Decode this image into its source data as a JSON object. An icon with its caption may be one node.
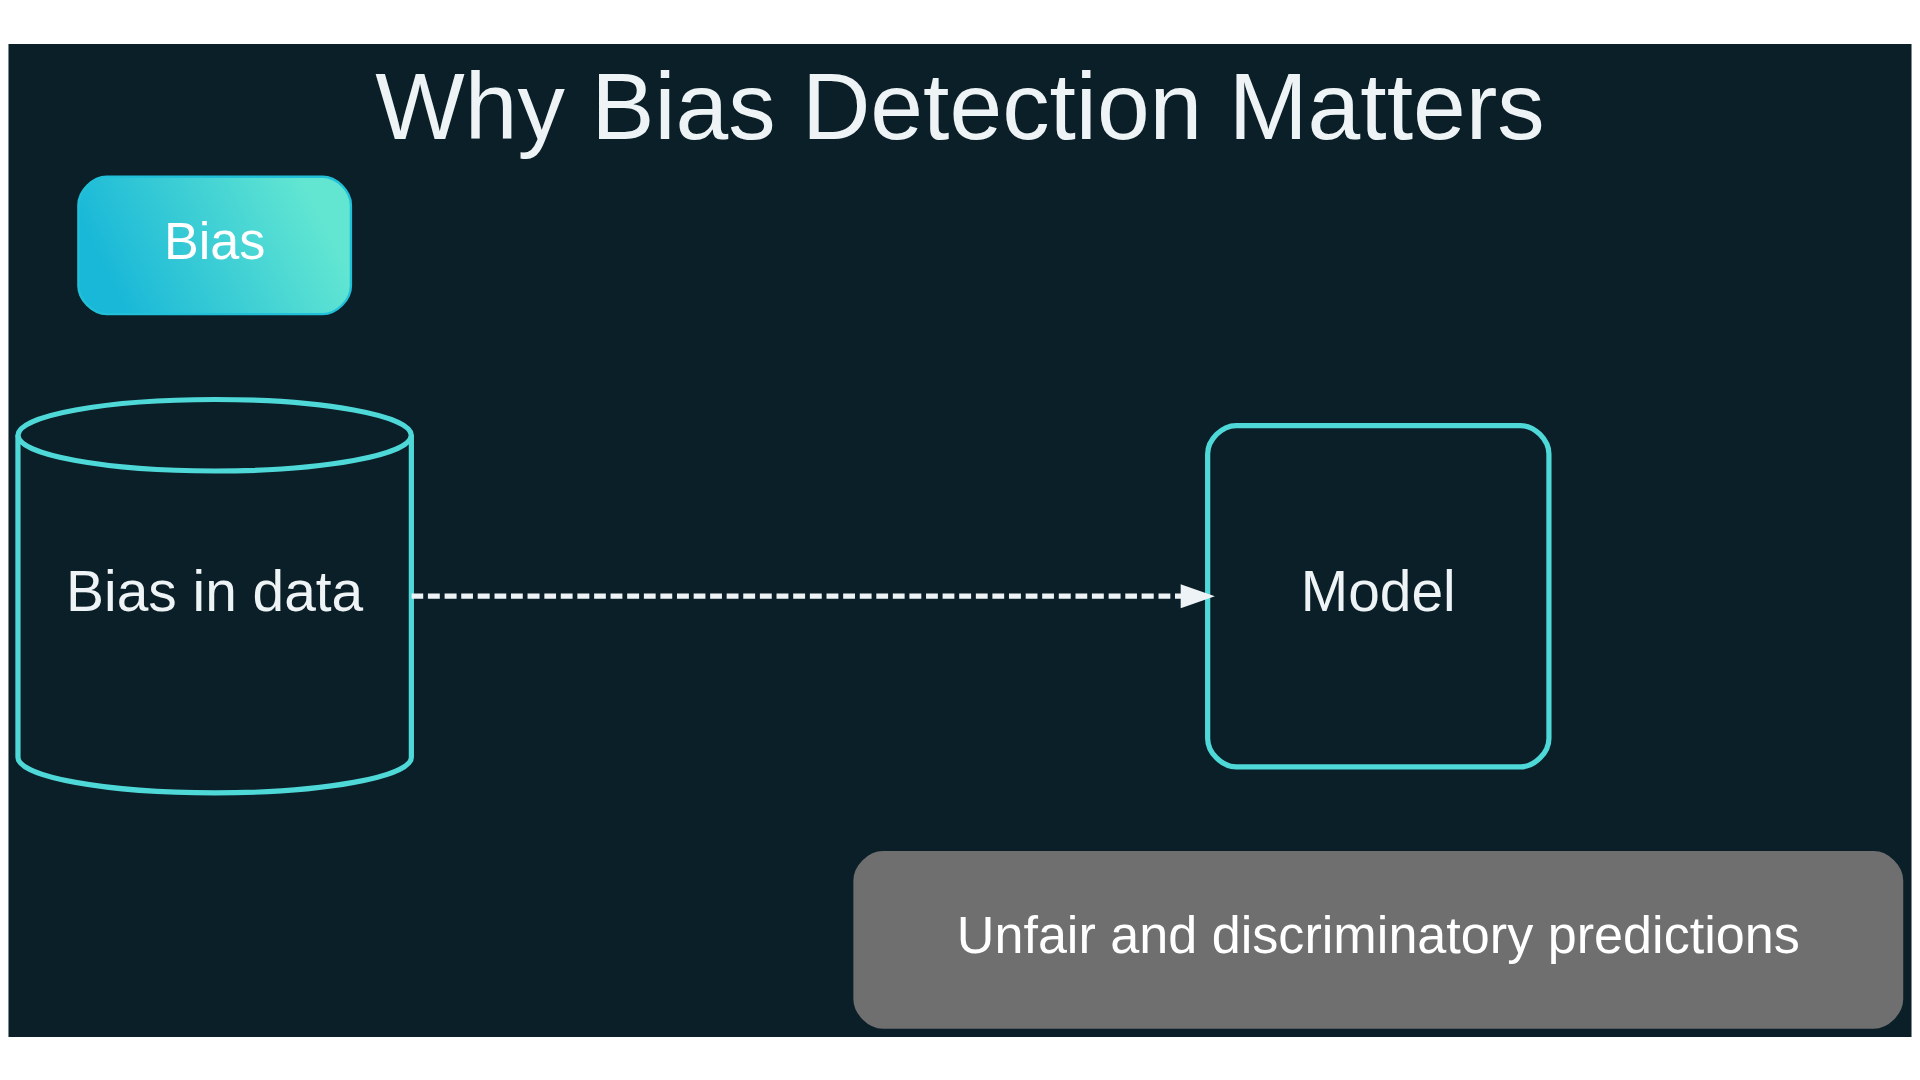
{
  "diagram": {
    "title": "Why Bias Detection Matters",
    "nodes": [
      {
        "text": [
          "Bias in data"
        ]
      },
      {
        "text": [
          "Bias"
        ]
      },
      {
        "text": [
          "Model"
        ]
      },
      {
        "text": [
          "Unfair and discriminatory predictions"
        ]
      }
    ],
    "edges": [
      {
        "from": 0,
        "to": 2,
        "arrow": "to",
        "style": "dashed"
      }
    ]
  }
}
